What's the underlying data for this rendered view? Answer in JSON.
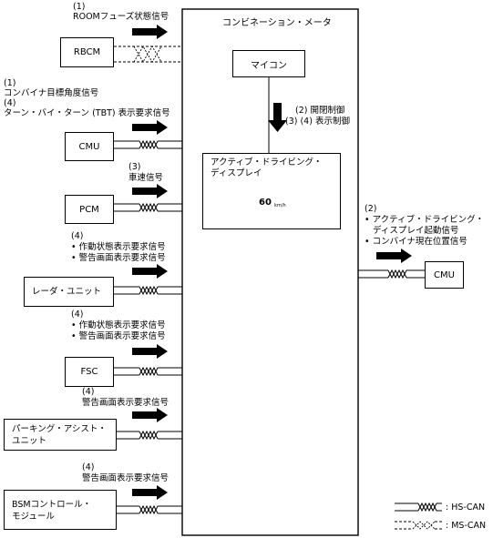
{
  "meter": {
    "title": "コンビネーション・メータ",
    "micon": "マイコン",
    "control1": "(2) 開閉制御",
    "control2": "(3) (4) 表示制御",
    "display_line1": "アクティブ・ドライビング・",
    "display_line2": "ディスプレイ",
    "speed_value": "60",
    "speed_unit": "km/h"
  },
  "left_units": [
    {
      "name": "RBCM",
      "signal": [
        "(1)",
        "ROOMフューズ状態信号"
      ]
    },
    {
      "name": "CMU",
      "signal": [
        "(1)",
        "コンバイナ目標角度信号",
        "(4)",
        "ターン・バイ・ターン (TBT) 表示要求信号"
      ]
    },
    {
      "name": "PCM",
      "signal": [
        "(3)",
        "車速信号"
      ]
    },
    {
      "name": "レーダ・ユニット",
      "signal": [
        "(4)",
        "• 作動状態表示要求信号",
        "• 警告画面表示要求信号"
      ]
    },
    {
      "name": "FSC",
      "signal": [
        "(4)",
        "• 作動状態表示要求信号",
        "• 警告画面表示要求信号"
      ]
    },
    {
      "name_lines": [
        "パーキング・アシスト・",
        "ユニット"
      ],
      "signal": [
        "(4)",
        "警告画面表示要求信号"
      ]
    },
    {
      "name_lines": [
        "BSMコントロール・",
        "モジュール"
      ],
      "signal": [
        "(4)",
        "警告画面表示要求信号"
      ]
    }
  ],
  "right_unit": {
    "name": "CMU",
    "signal": [
      "(2)",
      "• アクティブ・ドライビング・",
      "ディスプレイ起動信号",
      "• コンバイナ現在位置信号"
    ]
  },
  "legend": {
    "hs": ": HS-CAN",
    "ms": ": MS-CAN"
  }
}
